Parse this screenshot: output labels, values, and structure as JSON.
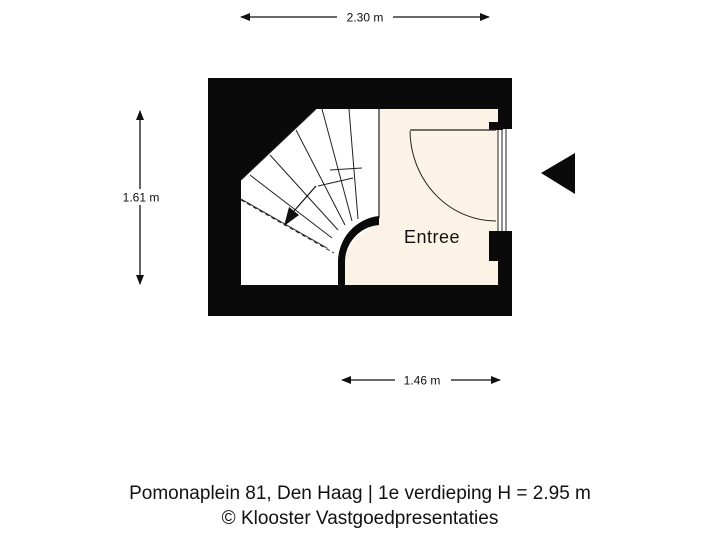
{
  "dimensions": {
    "top_width": "2.30 m",
    "left_height": "1.61 m",
    "bottom_width": "1.46 m"
  },
  "room": {
    "name": "Entree"
  },
  "caption": {
    "line1": "Pomonaplein 81, Den Haag | 1e verdieping H = 2.95 m",
    "line2": "© Klooster Vastgoedpresentaties"
  },
  "colors": {
    "wall": "#0a0a0a",
    "floor": "#fbf3e6",
    "stair_bg": "#ffffff",
    "line": "#222222"
  }
}
